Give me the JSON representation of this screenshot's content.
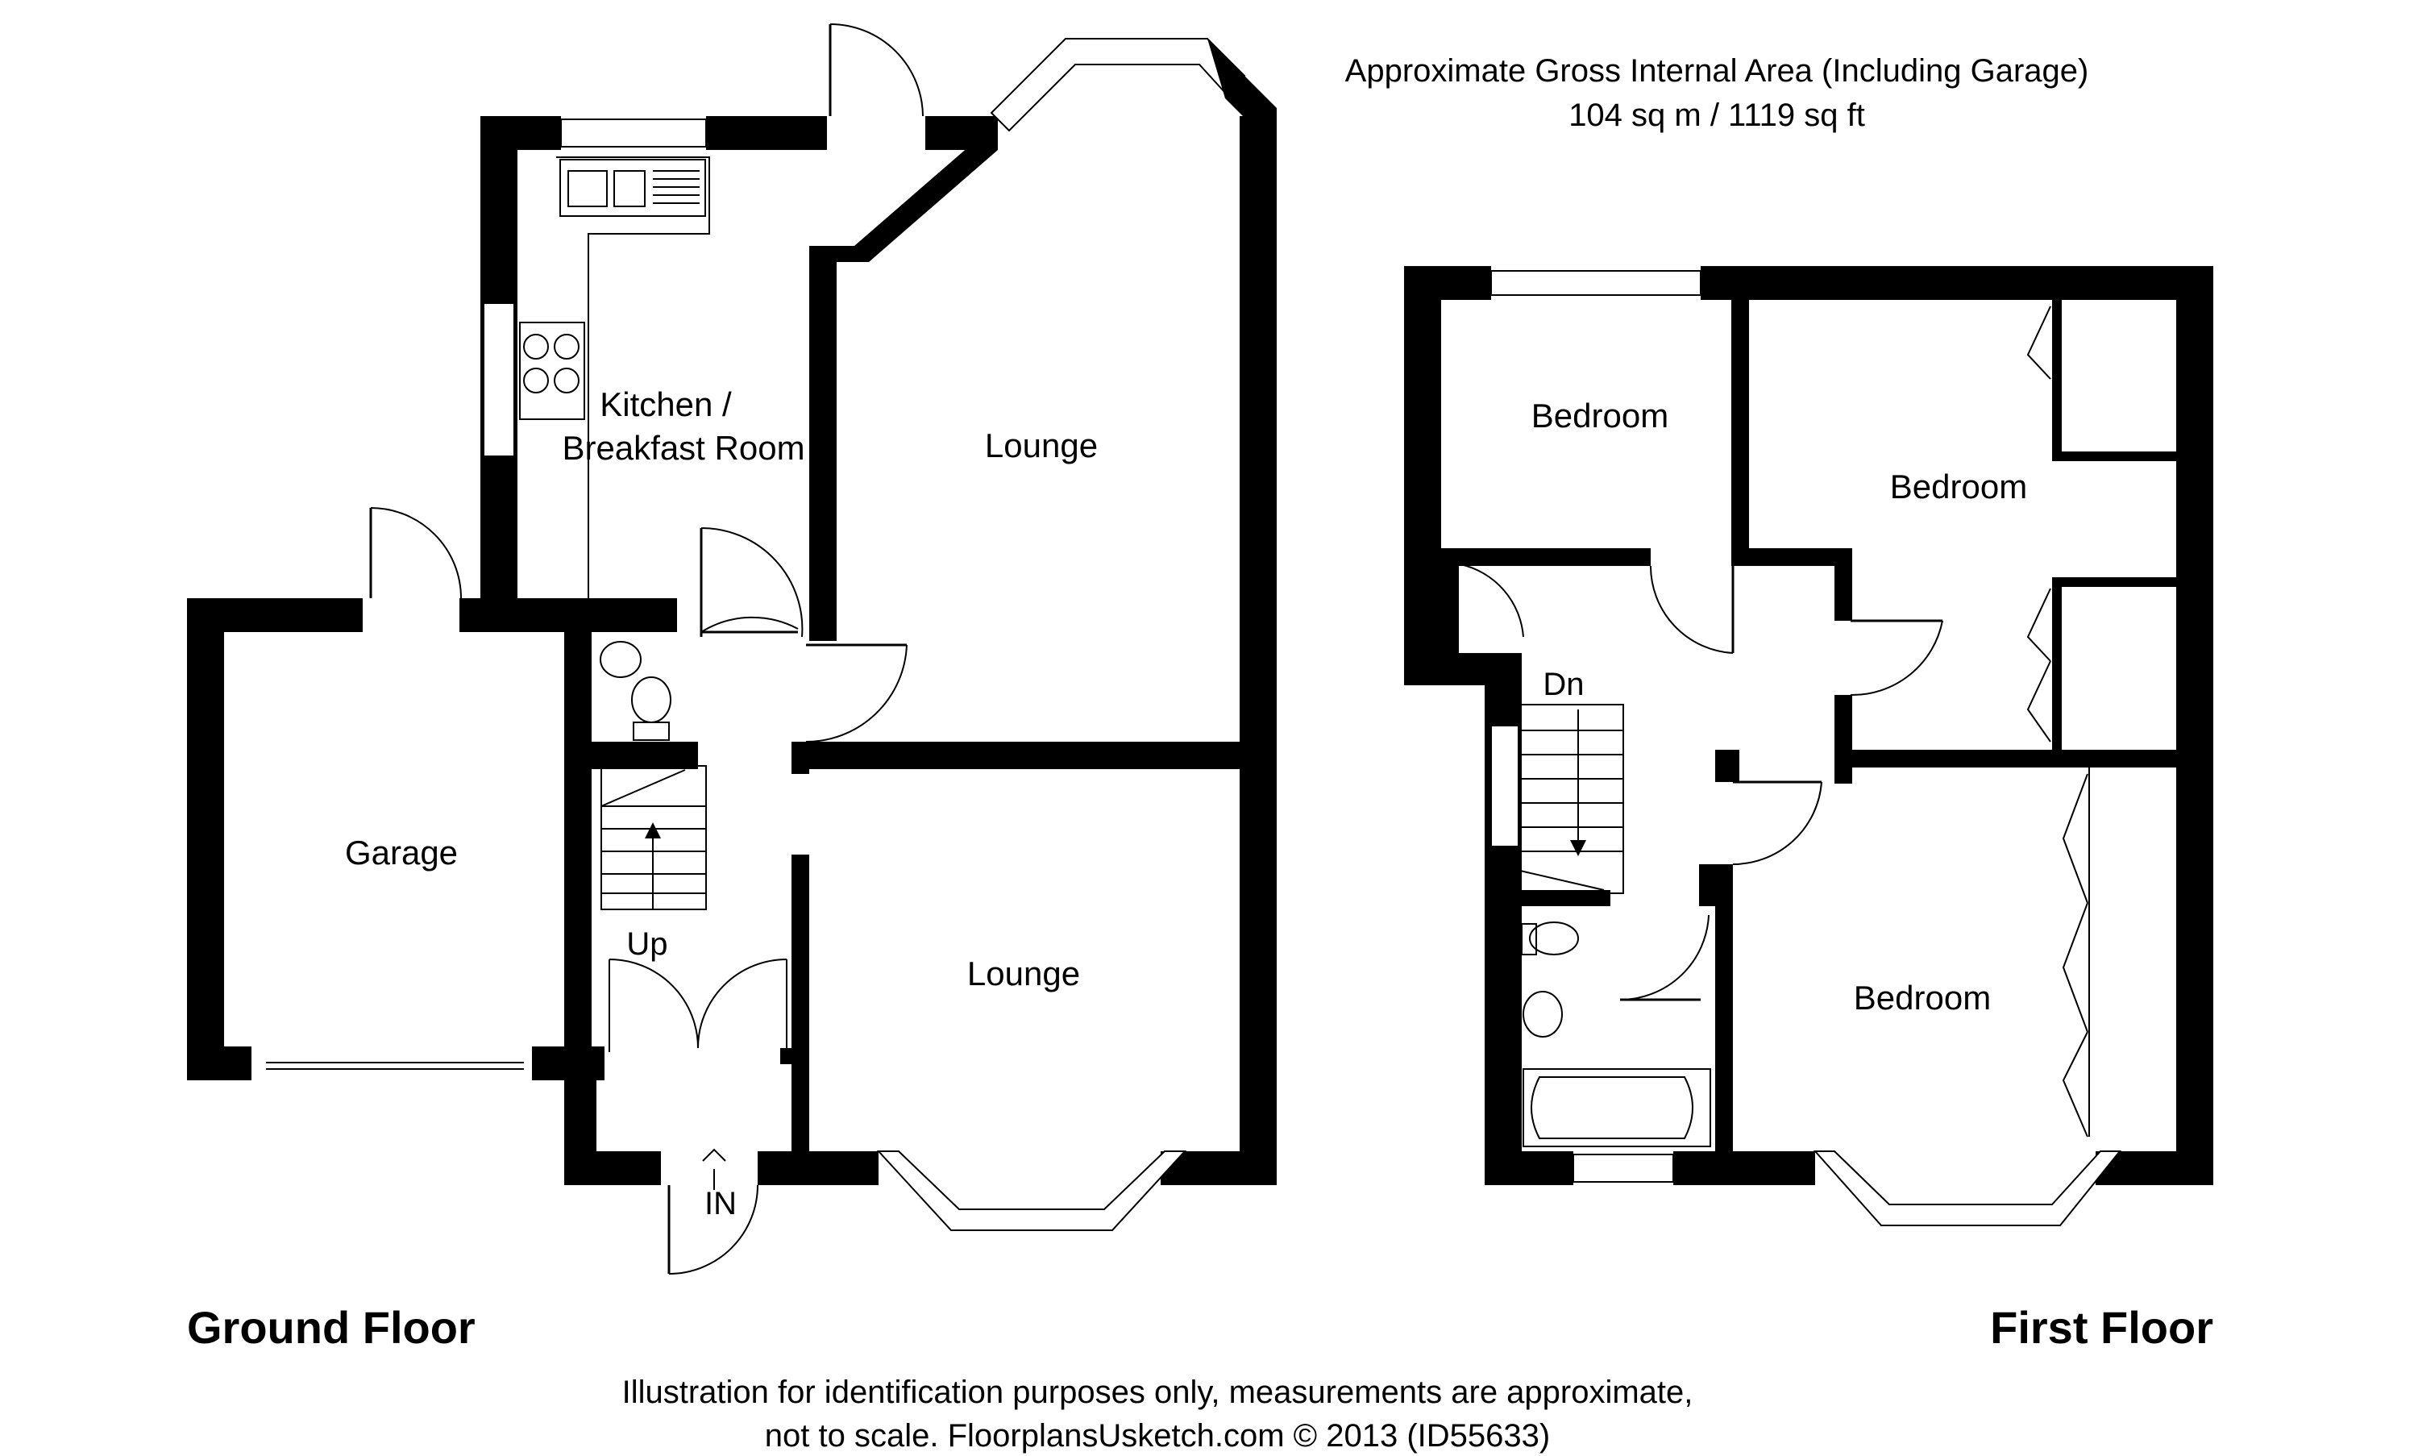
{
  "header": {
    "line1": "Approximate Gross Internal Area (Including Garage)",
    "line2": "104 sq m / 1119 sq ft"
  },
  "ground_floor": {
    "title": "Ground Floor",
    "rooms": {
      "kitchen_line1": "Kitchen /",
      "kitchen_line2": "Breakfast Room",
      "lounge_rear": "Lounge",
      "lounge_front": "Lounge",
      "garage": "Garage"
    },
    "stairs_label": "Up",
    "entrance_label": "IN"
  },
  "first_floor": {
    "title": "First Floor",
    "rooms": {
      "bedroom_rear_left": "Bedroom",
      "bedroom_rear_right": "Bedroom",
      "bedroom_front": "Bedroom"
    },
    "stairs_label": "Dn"
  },
  "footer": {
    "line1": "Illustration for identification purposes only, measurements are approximate,",
    "line2": "not to scale. FloorplansUsketch.com © 2013 (ID55633)"
  }
}
